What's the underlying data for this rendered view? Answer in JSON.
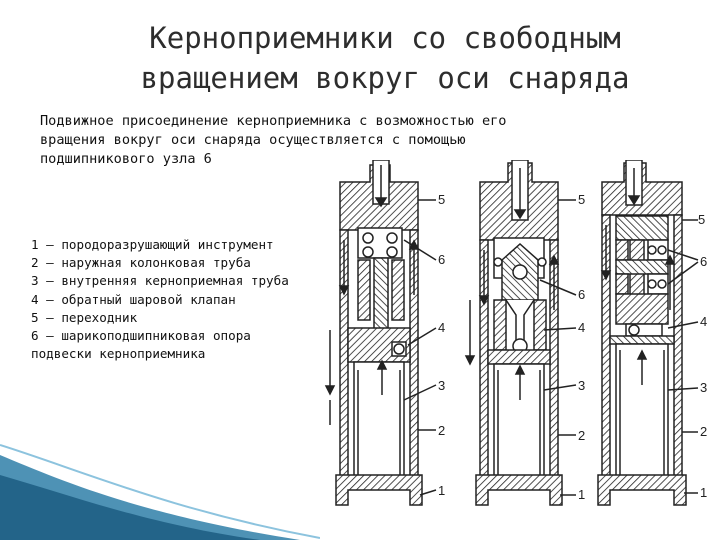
{
  "slide": {
    "title_lines": [
      "Керноприемники со свободным",
      "вращением вокруг оси снаряда"
    ],
    "intro_lines": [
      "Подвижное присоединение керноприемника с возможностью его",
      "вращения вокруг оси снаряда осуществляется с помощью",
      "подшипникового узла 6"
    ],
    "legend_lines": [
      "1 – породоразрушающий инструмент",
      "2 – наружная колонковая труба",
      "3 – внутренняя керноприемная труба",
      "4 – обратный шаровой клапан",
      "5 – переходник",
      "6 – шарикоподшипниковая опора",
      "подвески керноприемника"
    ]
  },
  "figure": {
    "labels_fig1": [
      "5",
      "6",
      "4",
      "3",
      "2",
      "1"
    ],
    "labels_fig2": [
      "5",
      "6",
      "4",
      "3",
      "2",
      "1"
    ],
    "labels_fig3": [
      "5",
      "6",
      "4",
      "3",
      "2",
      "1"
    ]
  },
  "colors": {
    "accent_wave": "#2f7fa8",
    "hatch": "#222222"
  }
}
